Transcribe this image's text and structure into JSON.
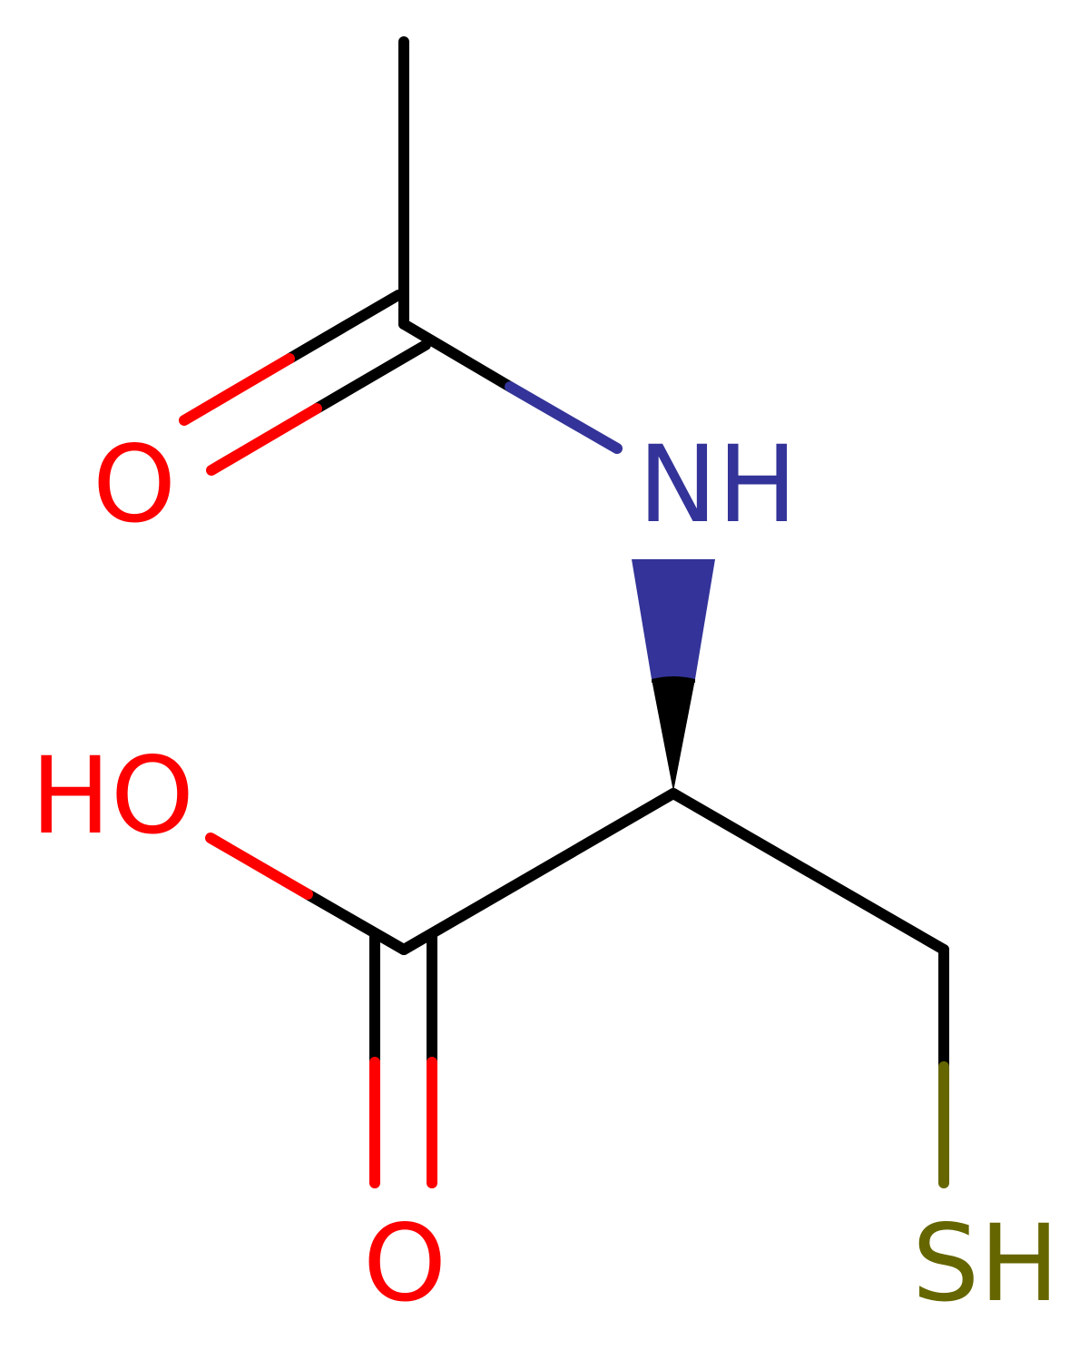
{
  "molecule": {
    "atoms": {
      "carbonyl_o": {
        "label": "O",
        "color": "#ff0000"
      },
      "amide_n": {
        "label": "NH",
        "color": "#333399"
      },
      "hydroxyl_o": {
        "label": "HO",
        "color": "#ff0000"
      },
      "acid_o": {
        "label": "O",
        "color": "#ff0000"
      },
      "thiol_s": {
        "label": "SH",
        "color": "#666600"
      }
    },
    "colors": {
      "carbon_bond": "#000000",
      "oxygen": "#ff0000",
      "nitrogen": "#333399",
      "sulfur": "#666600",
      "background": "#ffffff"
    }
  }
}
